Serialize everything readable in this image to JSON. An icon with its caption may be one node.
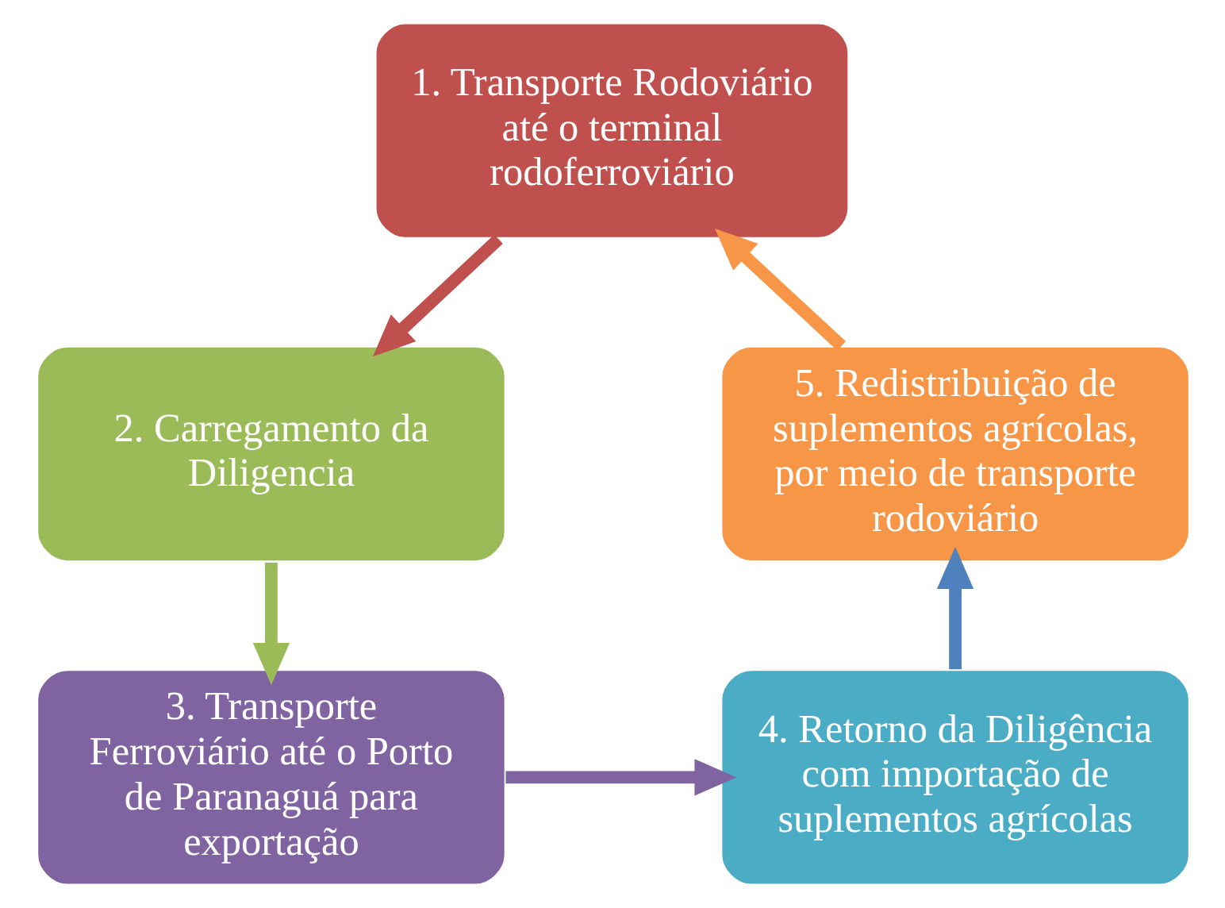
{
  "diagram": {
    "nodes": [
      {
        "text": [
          "1. Transporte Rodoviário até o terminal rodoferroviário"
        ]
      },
      {
        "text": [
          "2. Carregamento da Diligencia"
        ]
      },
      {
        "text": [
          "3. Transporte Ferroviário até o Porto de Paranaguá para exportação"
        ]
      },
      {
        "text": [
          "4. Retorno da Diligência com importação de suplementos agrícolas"
        ]
      },
      {
        "text": [
          "5. Redistribuição de suplementos agrícolas, por meio de transporte rodoviário"
        ]
      }
    ],
    "edges": [
      {
        "from": 0,
        "to": 1,
        "arrow": "to",
        "color": "#c0504d"
      },
      {
        "from": 1,
        "to": 2,
        "arrow": "to",
        "color": "#9bbb59"
      },
      {
        "from": 2,
        "to": 3,
        "arrow": "to",
        "color": "#8064a2"
      },
      {
        "from": 3,
        "to": 4,
        "arrow": "to",
        "color": "#4f81bd"
      },
      {
        "from": 4,
        "to": 0,
        "arrow": "to",
        "color": "#f79646"
      }
    ]
  }
}
